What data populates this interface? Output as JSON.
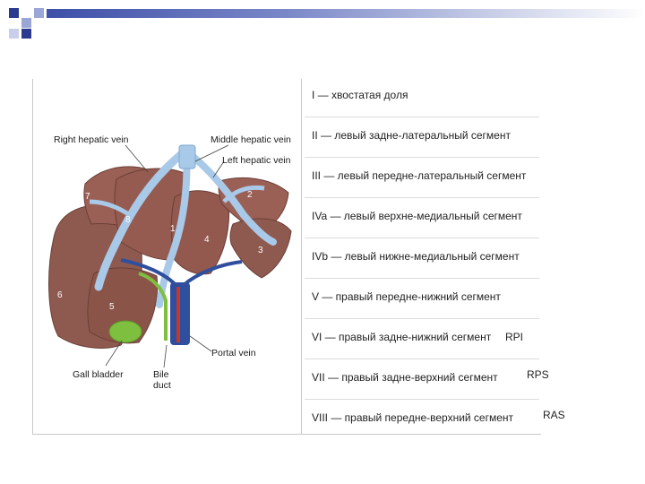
{
  "figure": {
    "labels": {
      "right_hepatic_vein": "Right  hepatic vein",
      "middle_hepatic_vein": "Middle hepatic vein",
      "left_hepatic_vein": "Left hepatic vein",
      "portal_vein": "Portal vein",
      "gall_bladder": "Gall bladder",
      "bile": "Bile",
      "duct": "duct"
    },
    "segment_numbers": [
      "1",
      "2",
      "3",
      "4",
      "5",
      "6",
      "7",
      "8"
    ],
    "colors": {
      "liver": "#8e5a4f",
      "liver_dark": "#6b3f37",
      "vein_blue": "#a9c9e8",
      "portal_blue": "#2f4f9e",
      "gall_green": "#7fbf3f",
      "artery_red": "#c0392b"
    }
  },
  "segments": [
    {
      "text": "I — хвостатая доля",
      "code": ""
    },
    {
      "text": "II — левый задне-латеральный сегмент",
      "code": ""
    },
    {
      "text": "III — левый передне-латеральный сегмент",
      "code": ""
    },
    {
      "text": "IVa — левый верхне-медиальный сегмент",
      "code": ""
    },
    {
      "text": "IVb — левый нижне-медиальный сегмент",
      "code": ""
    },
    {
      "text": "V — правый передне-нижний сегмент",
      "code": ""
    },
    {
      "text": "VI — правый задне-нижний сегмент",
      "code": "RPI"
    },
    {
      "text": "VII — правый задне-верхний сегмент",
      "code": "RPS"
    },
    {
      "text": "VIII — правый передне-верхний сегмент",
      "code": "RAS"
    }
  ],
  "theme": {
    "header_square_dark": "#2b3a8f",
    "header_square_light": "#9aa6d6"
  }
}
